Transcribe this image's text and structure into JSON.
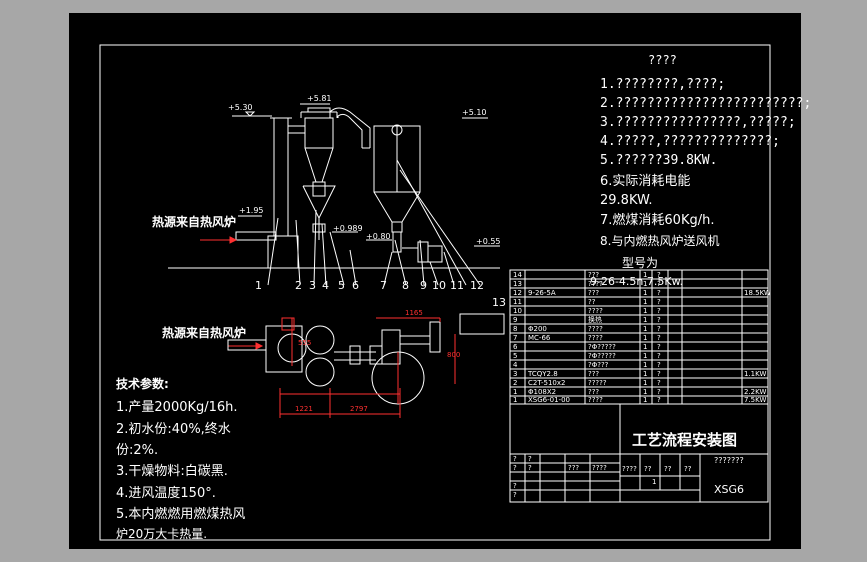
{
  "drawing": {
    "notes_title": "????",
    "notes": [
      "1.????????,????;",
      "2.????????????????????????;",
      "3.????????????????,?????;",
      "4.?????,??????????????;",
      "5.??????39.8KW.",
      "6.实际消耗电能",
      "29.8KW.",
      "7.燃煤消耗60Kg/h.",
      "8.与内燃热风炉送风机",
      "型号为",
      "9-26-4.5n 7.5Kw."
    ],
    "elevations": [
      "+5.30",
      "+5.81",
      "+5.10",
      "+1.95",
      "+0.989",
      "+0.80",
      "+0.55"
    ],
    "callouts": [
      "1",
      "2",
      "3",
      "4",
      "5",
      "6",
      "7",
      "8",
      "9",
      "10",
      "11",
      "12",
      "13"
    ],
    "hot_air_label": "热源来自热风炉",
    "dimensions": {
      "d1221": "1221",
      "d2797": "2797",
      "d1165": "1165",
      "d800": "800",
      "d555": "555"
    },
    "tech_title": "技术参数:",
    "tech_params": [
      "1.产量2000Kg/16h.",
      "2.初水份:40%,终水",
      "份:2%.",
      "3.干燥物料:白碳黑.",
      "4.进风温度150°.",
      "5.本内燃燃用燃煤热风",
      "炉20万大卡热量."
    ],
    "bom_rows": [
      {
        "no": "14",
        "code": "",
        "name": "???",
        "qty": "1",
        "mat": "?",
        "note": ""
      },
      {
        "no": "13",
        "code": "",
        "name": "????",
        "qty": "1",
        "mat": "?",
        "note": ""
      },
      {
        "no": "12",
        "code": "9-26-5A",
        "name": "???",
        "qty": "1",
        "mat": "?",
        "note": "18.5KW"
      },
      {
        "no": "11",
        "code": "",
        "name": "??",
        "qty": "1",
        "mat": "?",
        "note": ""
      },
      {
        "no": "10",
        "code": "",
        "name": "????",
        "qty": "1",
        "mat": "?",
        "note": ""
      },
      {
        "no": "9",
        "code": "",
        "name": "换热",
        "qty": "1",
        "mat": "?",
        "note": ""
      },
      {
        "no": "8",
        "code": "Φ200",
        "name": "????",
        "qty": "1",
        "mat": "?",
        "note": ""
      },
      {
        "no": "7",
        "code": "MC-66",
        "name": "????",
        "qty": "1",
        "mat": "?",
        "note": ""
      },
      {
        "no": "6",
        "code": "",
        "name": "?Φ?????",
        "qty": "1",
        "mat": "?",
        "note": ""
      },
      {
        "no": "5",
        "code": "",
        "name": "?Φ?????",
        "qty": "1",
        "mat": "?",
        "note": ""
      },
      {
        "no": "4",
        "code": "",
        "name": "?Φ???",
        "qty": "1",
        "mat": "?",
        "note": ""
      },
      {
        "no": "3",
        "code": "TCQY2.8",
        "name": "???",
        "qty": "1",
        "mat": "?",
        "note": "1.1KW"
      },
      {
        "no": "2",
        "code": "C2T-510x2",
        "name": "?????",
        "qty": "1",
        "mat": "?",
        "note": ""
      },
      {
        "no": "1",
        "code": "Φ108X2",
        "name": "???",
        "qty": "1",
        "mat": "?",
        "note": "2.2KW"
      },
      {
        "no": "1",
        "code": "XSG6-01-00",
        "name": "????",
        "qty": "1",
        "mat": "?",
        "note": "7.5KW"
      }
    ],
    "title_block": {
      "title": "工艺流程安装图",
      "subtitle": "???????",
      "drawing_no": "XSG6",
      "scale_cells": [
        "????",
        "??",
        "??",
        "??"
      ],
      "scale_value": "1",
      "rev_cells": [
        "?",
        "?",
        "?",
        "?",
        "?",
        "?"
      ],
      "sign_cells": [
        "???",
        "????"
      ]
    }
  }
}
